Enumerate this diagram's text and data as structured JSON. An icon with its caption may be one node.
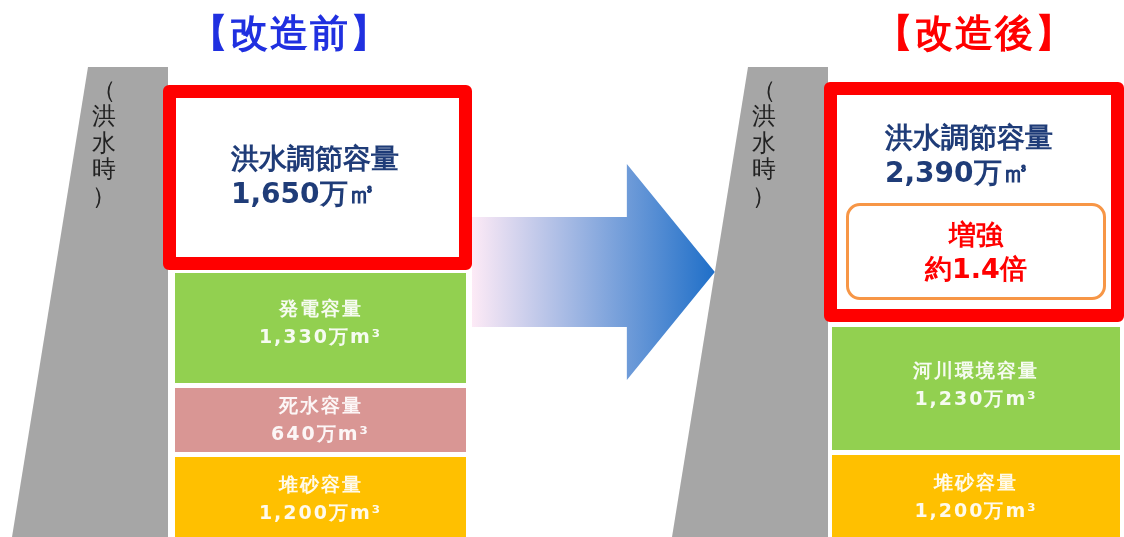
{
  "diagram": {
    "nodes": [
      {
        "text": [
          "（洪水時）"
        ]
      },
      {
        "text": [
          "洪水調節容量",
          "1,650万㎥"
        ]
      },
      {
        "text": [
          "発電容量",
          "1,330万m³"
        ]
      },
      {
        "text": [
          "死水容量",
          "640万m³"
        ]
      },
      {
        "text": [
          "堆砂容量",
          "1,200万m³"
        ]
      },
      {
        "text": [
          "（洪水時）"
        ]
      },
      {
        "text": [
          "洪水調節容量",
          "2,390万㎥"
        ]
      },
      {
        "text": [
          "増強",
          "約1.4倍"
        ],
        "in": 6
      },
      {
        "text": [
          "河川環境容量",
          "1,230万m³"
        ]
      },
      {
        "text": [
          "堆砂容量",
          "1,200万m³"
        ]
      }
    ],
    "edges": [
      {
        "from": 1,
        "to": 5,
        "arrow": "to",
        "style": "thick",
        "color": "#1f6fc8"
      }
    ],
    "labels": [
      "【改造前】",
      "【改造後】"
    ]
  }
}
